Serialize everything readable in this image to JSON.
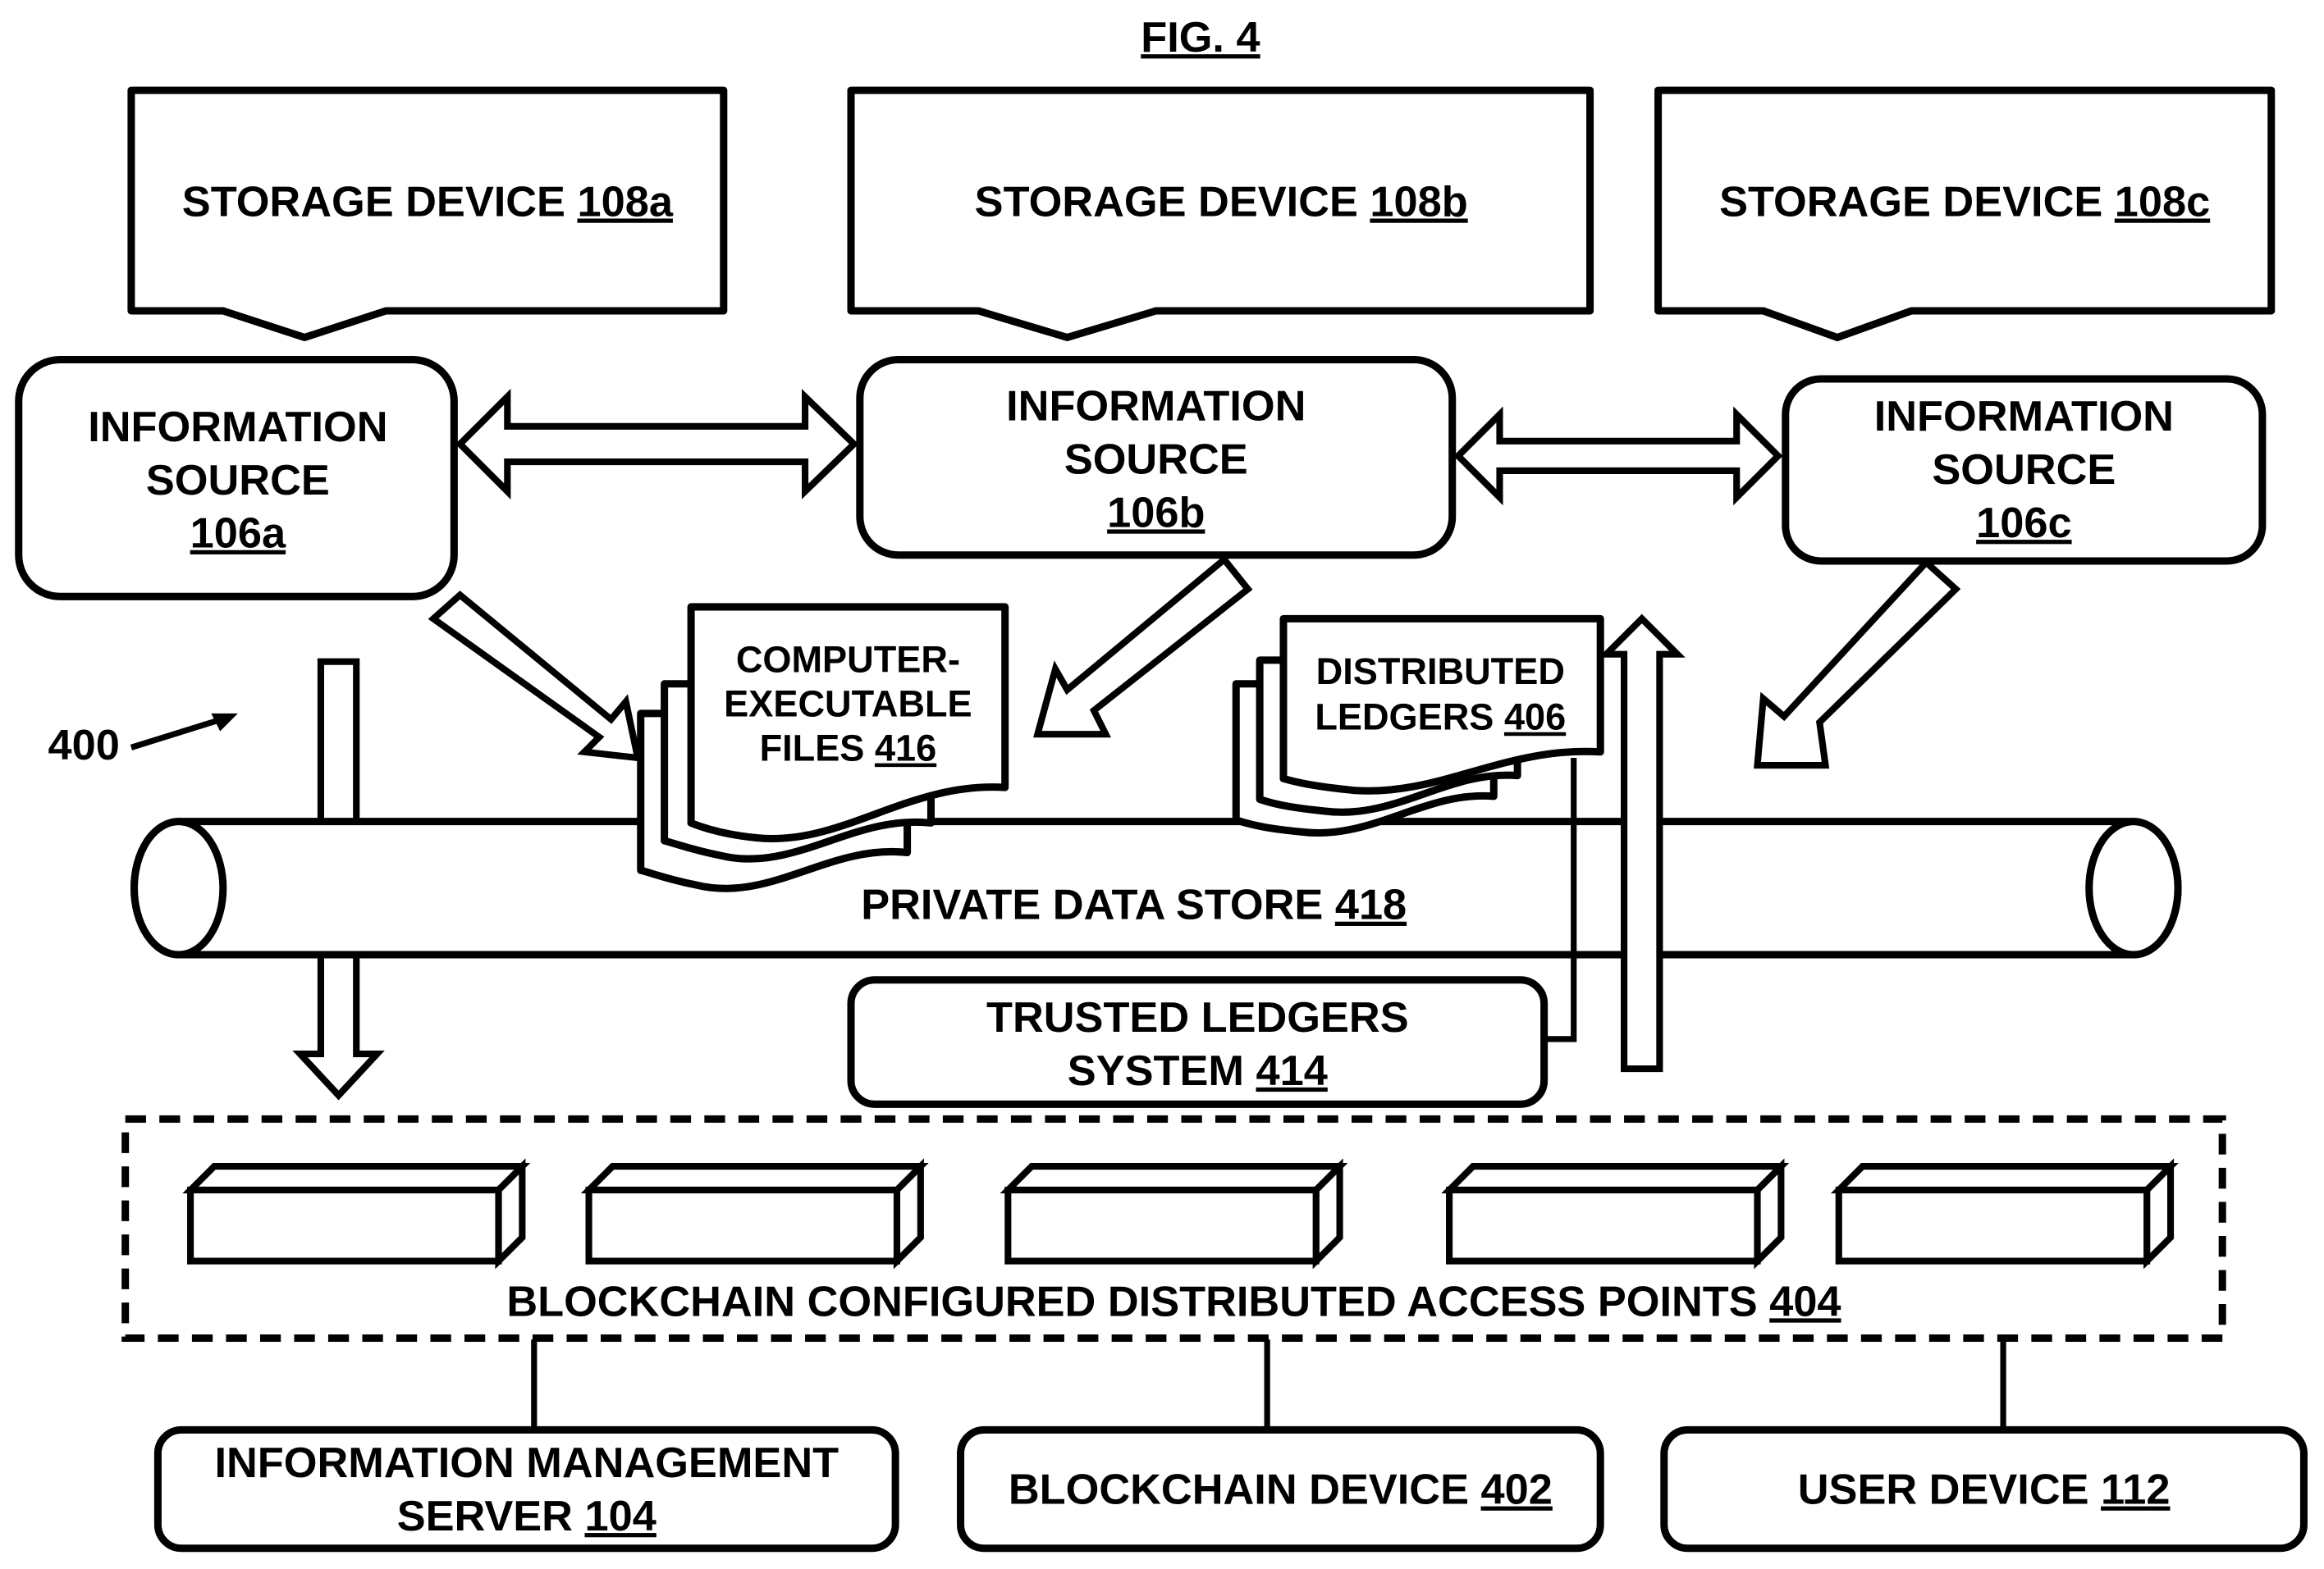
{
  "figure": {
    "title": "FIG. 4",
    "reference_label": "400"
  },
  "storage_devices": [
    {
      "label": "STORAGE DEVICE",
      "ref": "108a"
    },
    {
      "label": "STORAGE DEVICE",
      "ref": "108b"
    },
    {
      "label": "STORAGE DEVICE",
      "ref": "108c"
    }
  ],
  "information_sources": [
    {
      "line1": "INFORMATION",
      "line2": "SOURCE",
      "ref": "106a"
    },
    {
      "line1": "INFORMATION",
      "line2": "SOURCE",
      "ref": "106b"
    },
    {
      "line1": "INFORMATION",
      "line2": "SOURCE",
      "ref": "106c"
    }
  ],
  "computer_executable_files": {
    "line1": "COMPUTER-",
    "line2": "EXECUTABLE",
    "line3": "FILES",
    "ref": "416"
  },
  "distributed_ledgers": {
    "line1": "DISTRIBUTED",
    "line2": "LEDGERS",
    "ref": "406"
  },
  "private_data_store": {
    "label": "PRIVATE DATA STORE",
    "ref": "418"
  },
  "trusted_ledgers_system": {
    "line1": "TRUSTED LEDGERS",
    "line2": "SYSTEM",
    "ref": "414"
  },
  "access_points": {
    "label": "BLOCKCHAIN CONFIGURED DISTRIBUTED ACCESS POINTS",
    "ref": "404",
    "node_count": 5
  },
  "bottom_devices": [
    {
      "line1": "INFORMATION MANAGEMENT",
      "line2": "SERVER",
      "ref": "104"
    },
    {
      "label": "BLOCKCHAIN DEVICE",
      "ref": "402"
    },
    {
      "label": "USER DEVICE",
      "ref": "112"
    }
  ]
}
